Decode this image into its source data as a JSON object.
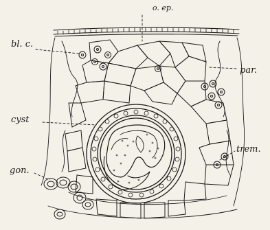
{
  "labels": {
    "o_ep": "o. ep.",
    "bl_c": "bl. c.",
    "par": "par.",
    "cyst": "cyst",
    "trem": "trem.",
    "gon": "gon."
  },
  "colors": {
    "ink": "#1a1a1a",
    "paper": "#f4f1e8"
  }
}
